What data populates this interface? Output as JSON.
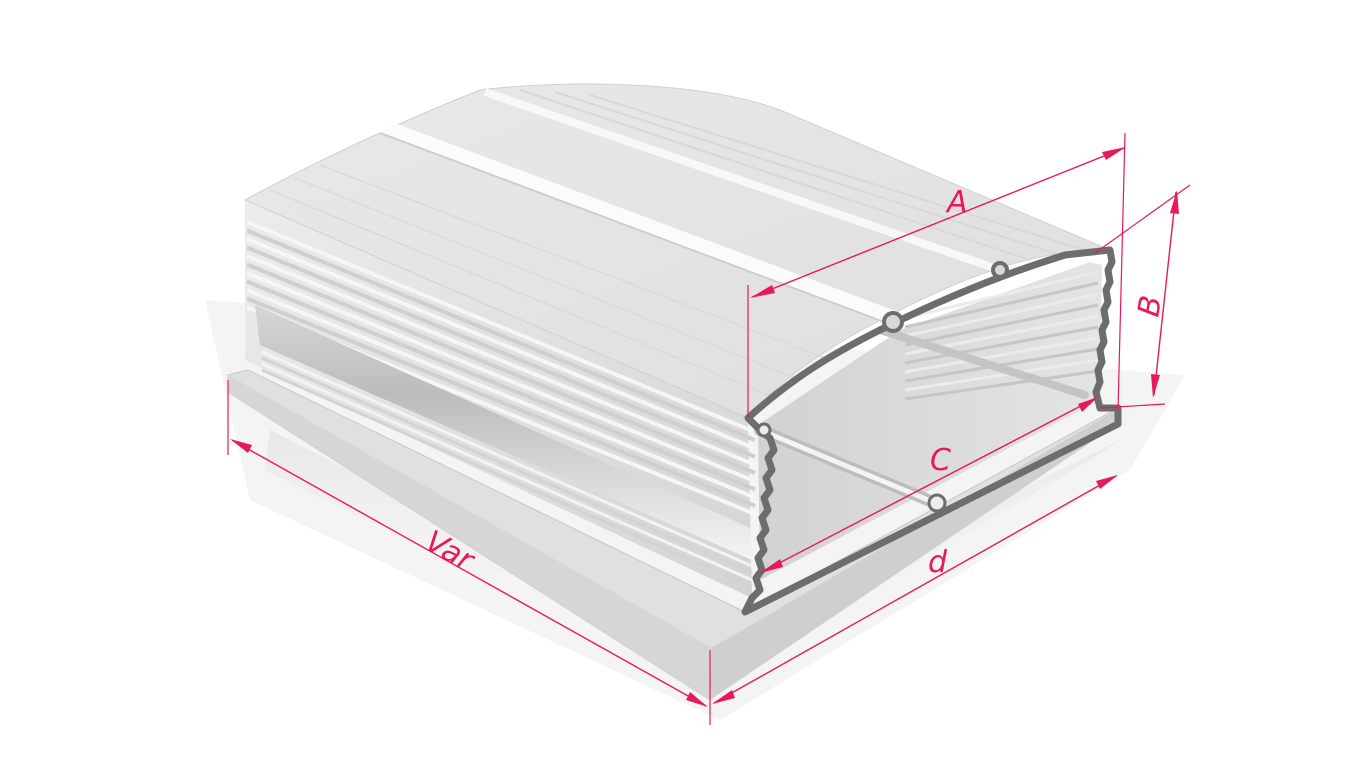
{
  "diagram": {
    "subject": "aluminium-extrusion-enclosure",
    "accent_color": "#e8195a",
    "body_color": "#e6e6e6",
    "dimensions": {
      "A": "A",
      "B": "B",
      "C": "C",
      "d": "d",
      "Var": "Var"
    }
  }
}
